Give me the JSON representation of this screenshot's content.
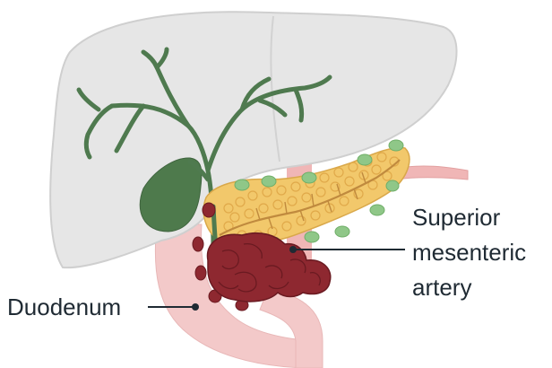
{
  "labels": {
    "sma_line1": "Superior",
    "sma_line2": "mesenteric",
    "sma_line3": "artery",
    "duodenum": "Duodenum"
  },
  "colors": {
    "liver": "#e6e6e6",
    "liver_outline": "#cfcfcf",
    "bile_duct": "#4f7a4f",
    "gallbladder": "#4e7a4c",
    "pancreas": "#f2c86b",
    "pancreas_lobule": "#e0a94a",
    "pancreatic_duct": "#c08a3e",
    "lymph_node": "#8fc788",
    "duodenum": "#f3c9c9",
    "artery": "#f0b6b6",
    "tumor": "#8e2830",
    "tumor_dark": "#6a1a21",
    "leader_line": "#1f2a33"
  }
}
